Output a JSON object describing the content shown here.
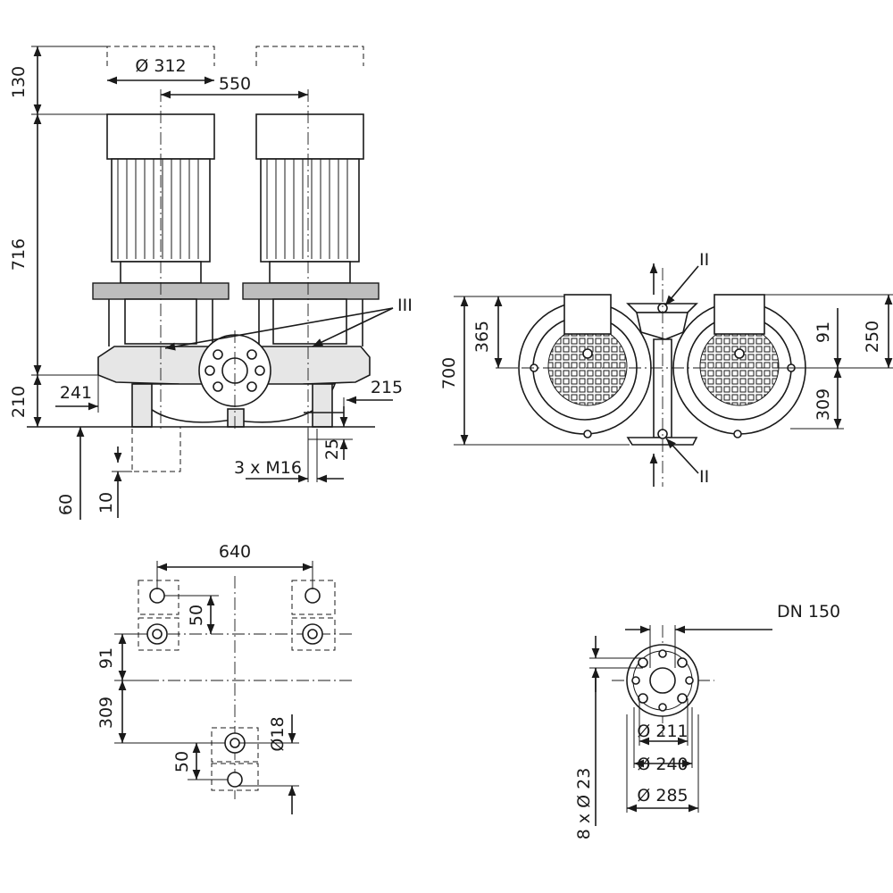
{
  "colors": {
    "ink": "#1a1a1a",
    "body": "#e6e6e6",
    "dark": "#bdbdbd",
    "background": "#ffffff"
  },
  "side_view": {
    "dia_motor": "Ø 312",
    "dim_550": "550",
    "dim_130": "130",
    "dim_716": "716",
    "dim_210": "210",
    "dim_241": "241",
    "dim_215": "215",
    "dim_25": "25",
    "dim_60": "60",
    "dim_10": "10",
    "thread": "3 x M16",
    "marker_III": "III"
  },
  "top_view": {
    "dim_700": "700",
    "dim_365": "365",
    "dim_91": "91",
    "dim_250": "250",
    "dim_309": "309",
    "marker_II_top": "II",
    "marker_II_bottom": "II"
  },
  "foundation_view": {
    "dim_640": "640",
    "dim_50_top": "50",
    "dim_91": "91",
    "dim_309": "309",
    "dim_50_bottom": "50",
    "dia_18": "Ø18"
  },
  "flange_view": {
    "nominal": "DN 150",
    "dia_211": "Ø 211",
    "dia_240": "Ø 240",
    "dia_285": "Ø 285",
    "bolts": "8 x Ø 23"
  }
}
